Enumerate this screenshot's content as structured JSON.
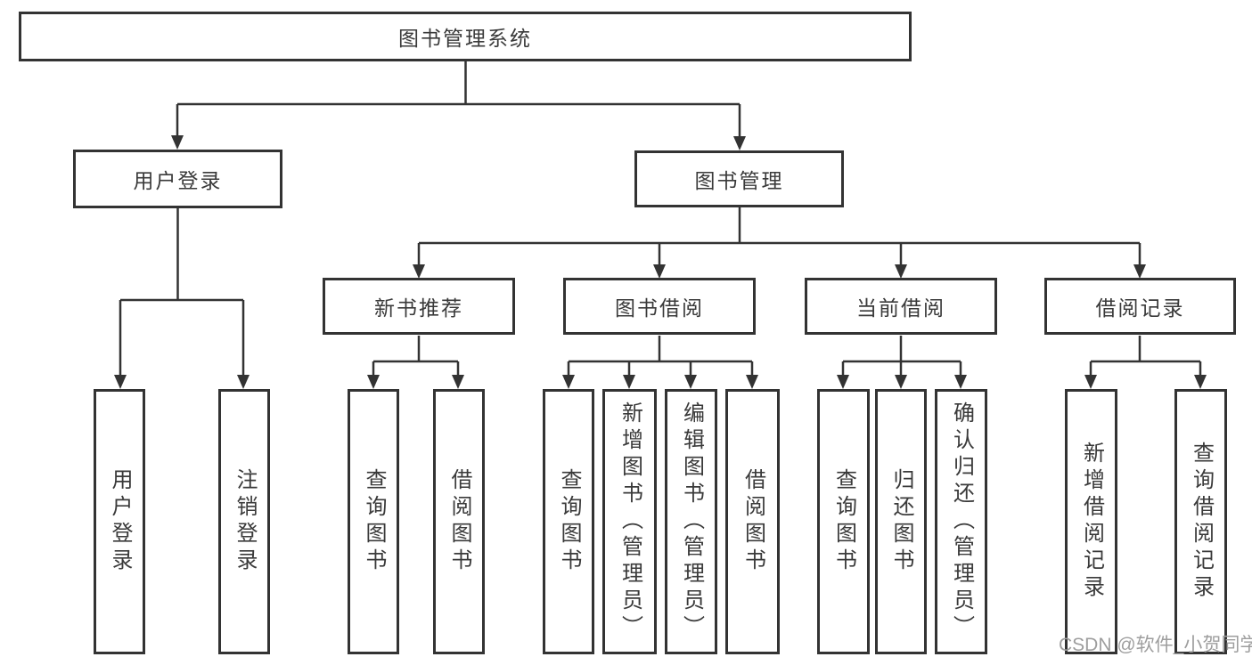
{
  "diagram": {
    "tree": {
      "label": "图书管理系统",
      "children": [
        {
          "label": "用户登录",
          "children": [
            {
              "label": "用户登录"
            },
            {
              "label": "注销登录"
            }
          ]
        },
        {
          "label": "图书管理",
          "children": [
            {
              "label": "新书推荐",
              "children": [
                {
                  "label": "查询图书"
                },
                {
                  "label": "借阅图书"
                }
              ]
            },
            {
              "label": "图书借阅",
              "children": [
                {
                  "label": "查询图书"
                },
                {
                  "label": "新增图书（管理员）"
                },
                {
                  "label": "编辑图书（管理员）"
                },
                {
                  "label": "借阅图书"
                }
              ]
            },
            {
              "label": "当前借阅",
              "children": [
                {
                  "label": "查询图书"
                },
                {
                  "label": "归还图书"
                },
                {
                  "label": "确认归还（管理员）"
                }
              ]
            },
            {
              "label": "借阅记录",
              "children": [
                {
                  "label": "新增借阅记录"
                },
                {
                  "label": "查询借阅记录"
                }
              ]
            }
          ]
        }
      ]
    },
    "colors": {
      "line": "#333333",
      "text": "#3a3a3a",
      "background": "#ffffff",
      "watermark": "#9e9e9e"
    }
  },
  "watermark": {
    "text": "CSDN @软件_小贺同学"
  }
}
